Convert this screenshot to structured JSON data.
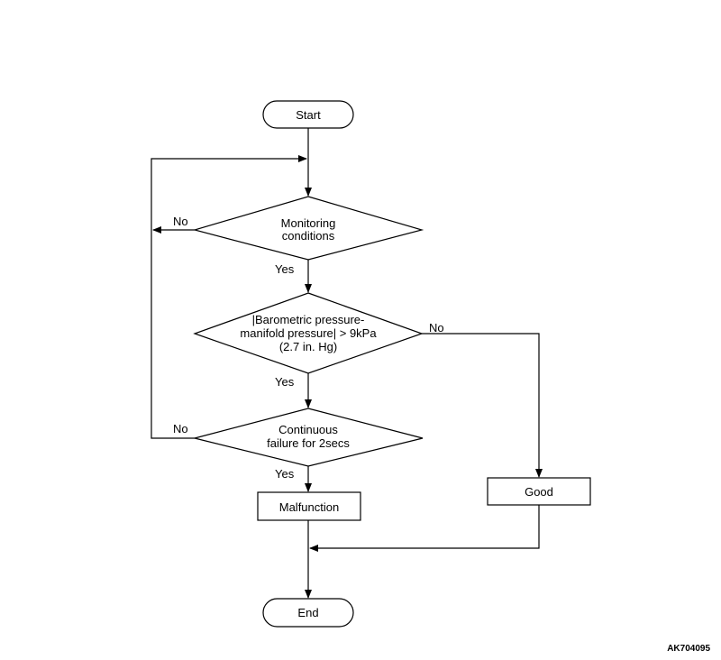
{
  "diagram": {
    "nodes": {
      "start": {
        "lines": [
          "Start"
        ]
      },
      "monitoring": {
        "lines": [
          "Monitoring",
          "conditions"
        ]
      },
      "pressure": {
        "lines": [
          "|Barometric pressure-",
          "manifold pressure| > 9kPa",
          "(2.7 in. Hg)"
        ]
      },
      "continuous": {
        "lines": [
          "Continuous",
          "failure for 2secs"
        ]
      },
      "malfunction": {
        "lines": [
          "Malfunction"
        ]
      },
      "good": {
        "lines": [
          "Good"
        ]
      },
      "end": {
        "lines": [
          "End"
        ]
      }
    },
    "edge_labels": {
      "monitoring_no": "No",
      "monitoring_yes": "Yes",
      "pressure_no": "No",
      "pressure_yes": "Yes",
      "continuous_no": "No",
      "continuous_yes": "Yes"
    },
    "figure_code": "AK704095"
  }
}
